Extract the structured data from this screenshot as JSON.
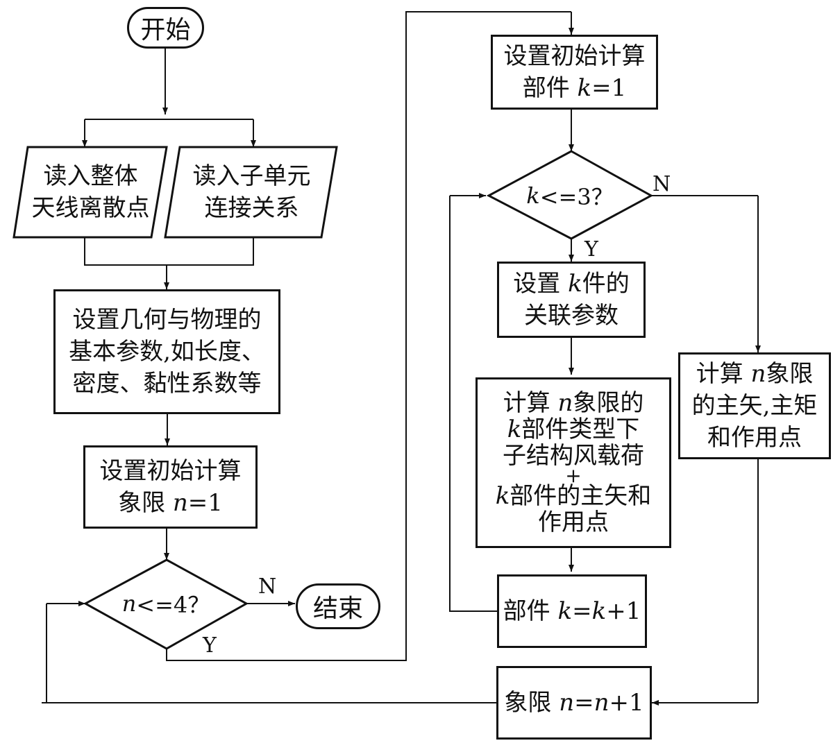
{
  "nodes": {
    "start": "开始",
    "end": "结束",
    "read_points": [
      "读入整体",
      "天线离散点"
    ],
    "read_relations": [
      "读入子单元",
      "连接关系"
    ],
    "set_params": [
      "设置几何与物理的",
      "基本参数,如长度、",
      "密度、黏性系数等"
    ],
    "init_n": {
      "line1": "设置初始计算",
      "line2_prefix": "象限 ",
      "line2_var": "n",
      "line2_suffix": "=1"
    },
    "cond_n": {
      "var": "n",
      "rest": "<=4？"
    },
    "init_k": {
      "line1": "设置初始计算",
      "line2_prefix": "部件 ",
      "line2_var": "k",
      "line2_suffix": "=1"
    },
    "cond_k": {
      "var": "k",
      "rest": "<=3？"
    },
    "set_k_params": {
      "line1_prefix": "设置 ",
      "line1_var": "k",
      "line1_suffix": "件的",
      "line2": "关联参数"
    },
    "calc_wind": {
      "line1_prefix": "计算 ",
      "line1_var": "n",
      "line1_suffix": "象限的",
      "line2_var": "k",
      "line2_suffix": "部件类型下",
      "line3": "子结构风载荷",
      "plus": "+",
      "line5_var": "k",
      "line5_suffix": "部件的主矢和",
      "line6": "作用点"
    },
    "k_inc": {
      "prefix": "部件 ",
      "var1": "k",
      "eq": "=",
      "var2": "k",
      "suffix": "+1"
    },
    "calc_main": {
      "line1_prefix": "计算 ",
      "line1_var": "n",
      "line1_suffix": "象限",
      "line2": "的主矢,主矩",
      "line3": "和作用点"
    },
    "n_inc": {
      "prefix": "象限 ",
      "var1": "n",
      "eq": "=",
      "var2": "n",
      "suffix": "+1"
    }
  },
  "branches": {
    "n_no": "N",
    "n_yes": "Y",
    "k_no": "N",
    "k_yes": "Y"
  }
}
